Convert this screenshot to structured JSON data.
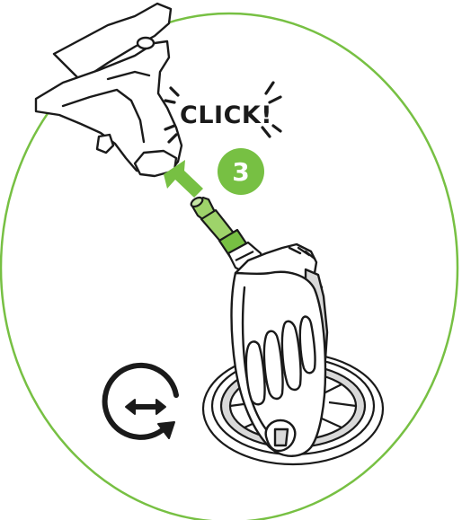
{
  "annotation": {
    "sound_text": "CLICK!",
    "step_number": "3"
  },
  "icons": {
    "step_badge": "step-number-badge",
    "insert_arrow": "insert-direction-arrow",
    "rotate_arrows": "rotate-arrows-icon"
  },
  "colors": {
    "accent_green": "#77c043",
    "circle_outline": "#77c043",
    "line": "#1a1a1a",
    "part_fill": "#ffffff",
    "shade_fill": "#d9d9d9",
    "green_part": "#9ed36a"
  }
}
